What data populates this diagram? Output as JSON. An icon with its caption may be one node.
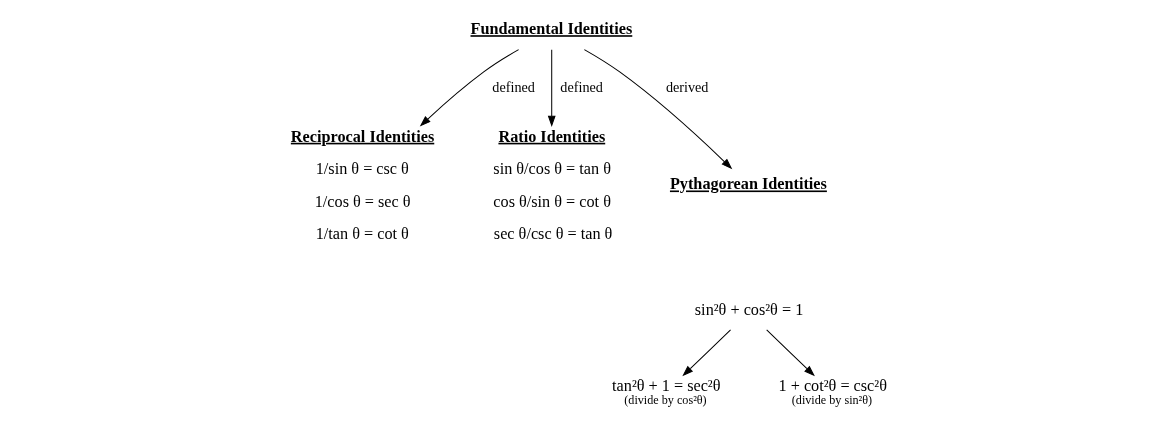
{
  "diagram": {
    "nodes": [
      {
        "text": [
          "Fundamental Identities"
        ]
      },
      {
        "text": [
          "Reciprocal Identities",
          "1/sin θ = csc θ",
          "1/cos θ = sec θ",
          "1/tan θ = cot θ"
        ]
      },
      {
        "text": [
          "Ratio Identities",
          "sin θ/cos θ = tan θ",
          "cos θ/sin θ = cot θ",
          "sec θ/csc θ = tan θ"
        ]
      },
      {
        "text": [
          "Pythagorean Identities"
        ]
      },
      {
        "text": [
          "sin²θ + cos²θ = 1"
        ]
      },
      {
        "text": [
          "tan²θ + 1 = sec²θ"
        ],
        "beside": [
          "(divide by cos²θ)"
        ]
      },
      {
        "text": [
          "1 + cot²θ = csc²θ"
        ],
        "beside": [
          "(divide by sin²θ)"
        ]
      }
    ],
    "edges": [
      {
        "from": 0,
        "to": 1,
        "arrow": "to",
        "label": "defined"
      },
      {
        "from": 0,
        "to": 2,
        "arrow": "to",
        "label": "defined"
      },
      {
        "from": 0,
        "to": 3,
        "arrow": "to",
        "label": "derived"
      },
      {
        "from": 4,
        "to": 5,
        "arrow": "to"
      },
      {
        "from": 4,
        "to": 6,
        "arrow": "to"
      }
    ]
  }
}
